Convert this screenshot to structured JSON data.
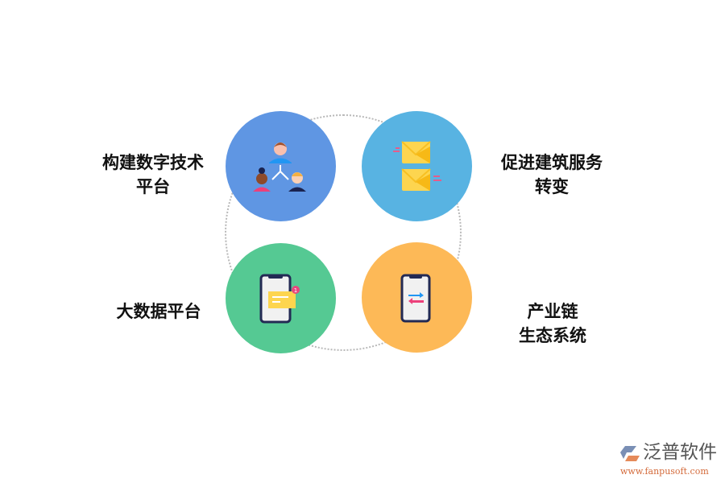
{
  "items": [
    {
      "label": "构建数字技术\n平台",
      "color": "#5f96e3",
      "icon": "people-hierarchy-icon"
    },
    {
      "label": "促进建筑服务\n转变",
      "color": "#58b3e2",
      "icon": "envelopes-icon"
    },
    {
      "label": "大数据平台",
      "color": "#55c993",
      "icon": "phone-message-icon"
    },
    {
      "label": "产业链\n生态系统",
      "color": "#fdb957",
      "icon": "phone-transfer-icon"
    }
  ],
  "badge": "1",
  "logo": {
    "name": "泛普软件",
    "url": "www.fanpusoft.com"
  }
}
